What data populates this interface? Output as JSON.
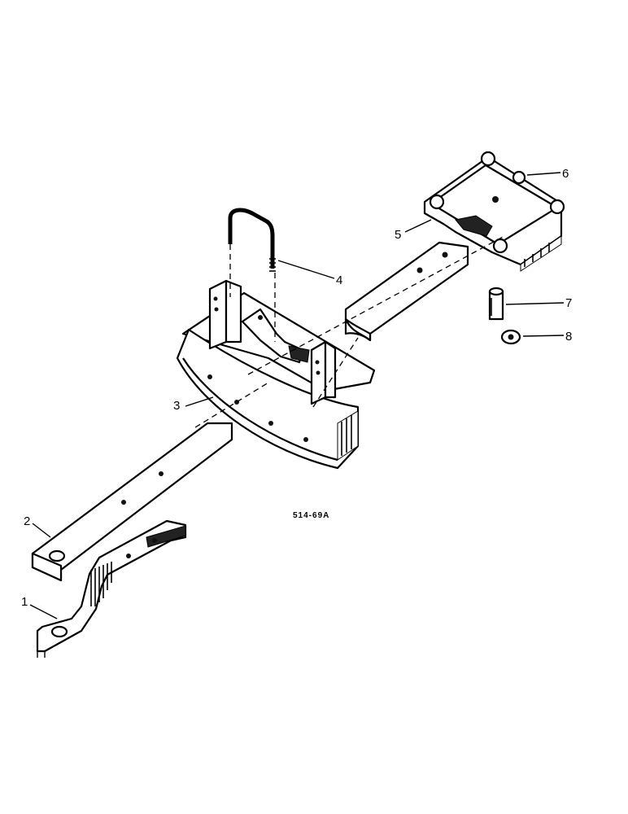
{
  "callouts": [
    "1",
    "2",
    "3",
    "4",
    "5",
    "6",
    "7",
    "8"
  ],
  "figure_code": "514-69A",
  "colors": {
    "ink": "#000000",
    "paper": "#ffffff"
  }
}
